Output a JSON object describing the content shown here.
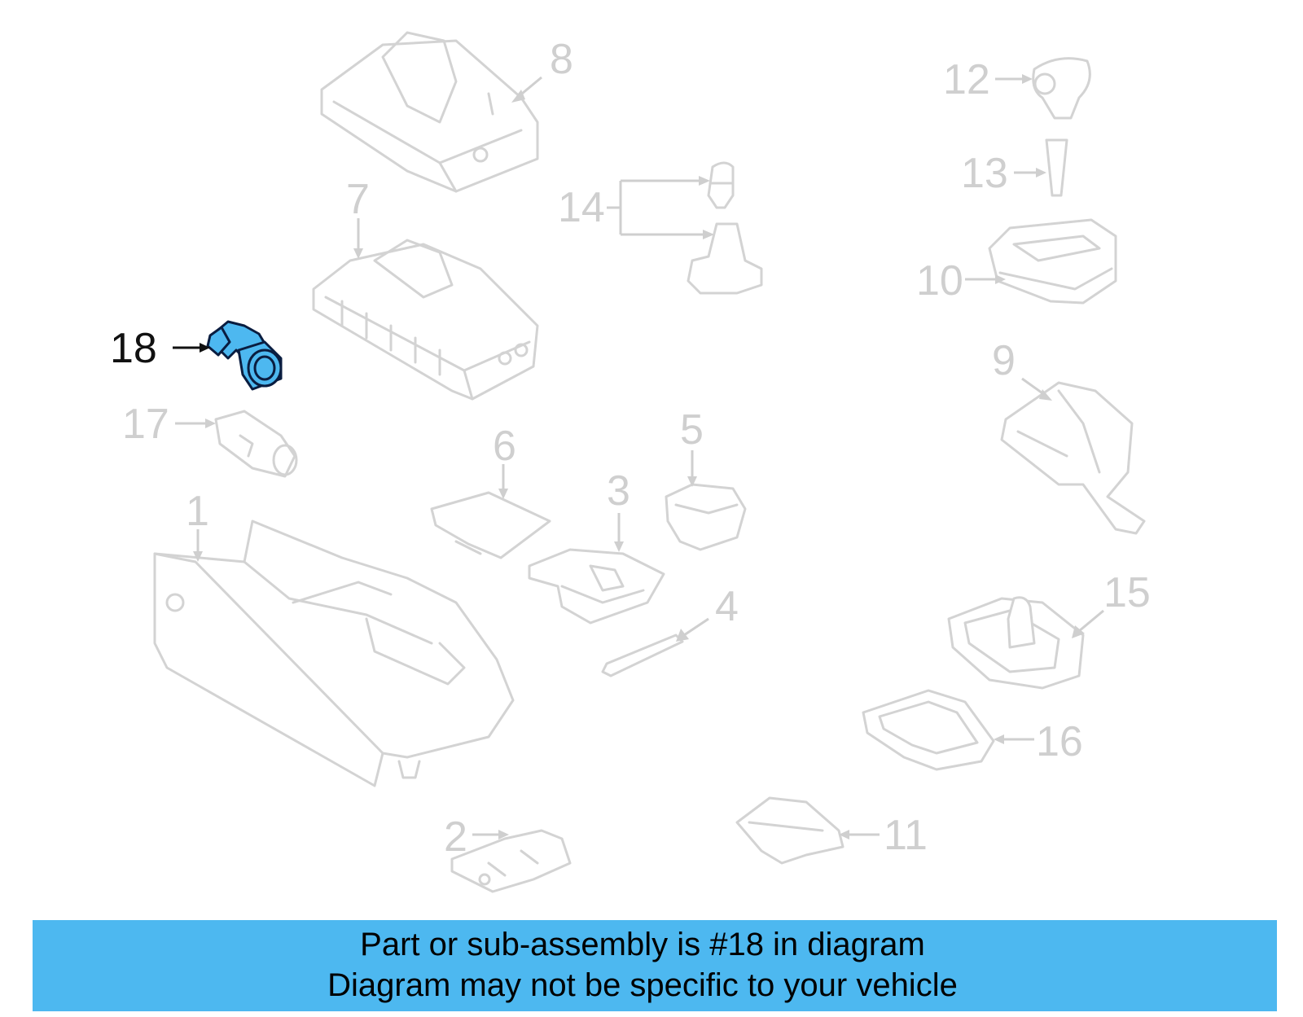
{
  "callouts": [
    {
      "id": "1",
      "label": "1"
    },
    {
      "id": "2",
      "label": "2"
    },
    {
      "id": "3",
      "label": "3"
    },
    {
      "id": "4",
      "label": "4"
    },
    {
      "id": "5",
      "label": "5"
    },
    {
      "id": "6",
      "label": "6"
    },
    {
      "id": "7",
      "label": "7"
    },
    {
      "id": "8",
      "label": "8"
    },
    {
      "id": "9",
      "label": "9"
    },
    {
      "id": "10",
      "label": "10"
    },
    {
      "id": "11",
      "label": "11"
    },
    {
      "id": "12",
      "label": "12"
    },
    {
      "id": "13",
      "label": "13"
    },
    {
      "id": "14",
      "label": "14"
    },
    {
      "id": "15",
      "label": "15"
    },
    {
      "id": "16",
      "label": "16"
    },
    {
      "id": "17",
      "label": "17"
    },
    {
      "id": "18",
      "label": "18",
      "highlighted": true
    }
  ],
  "colors": {
    "highlight_fill": "#4db8f0",
    "highlight_stroke": "#0a1d40",
    "banner_background": "#4db8f0",
    "faded_line": "#d3d3d3"
  },
  "banner": {
    "line1": "Part or sub-assembly is #18 in diagram",
    "line2": "Diagram may not be specific to your vehicle"
  }
}
